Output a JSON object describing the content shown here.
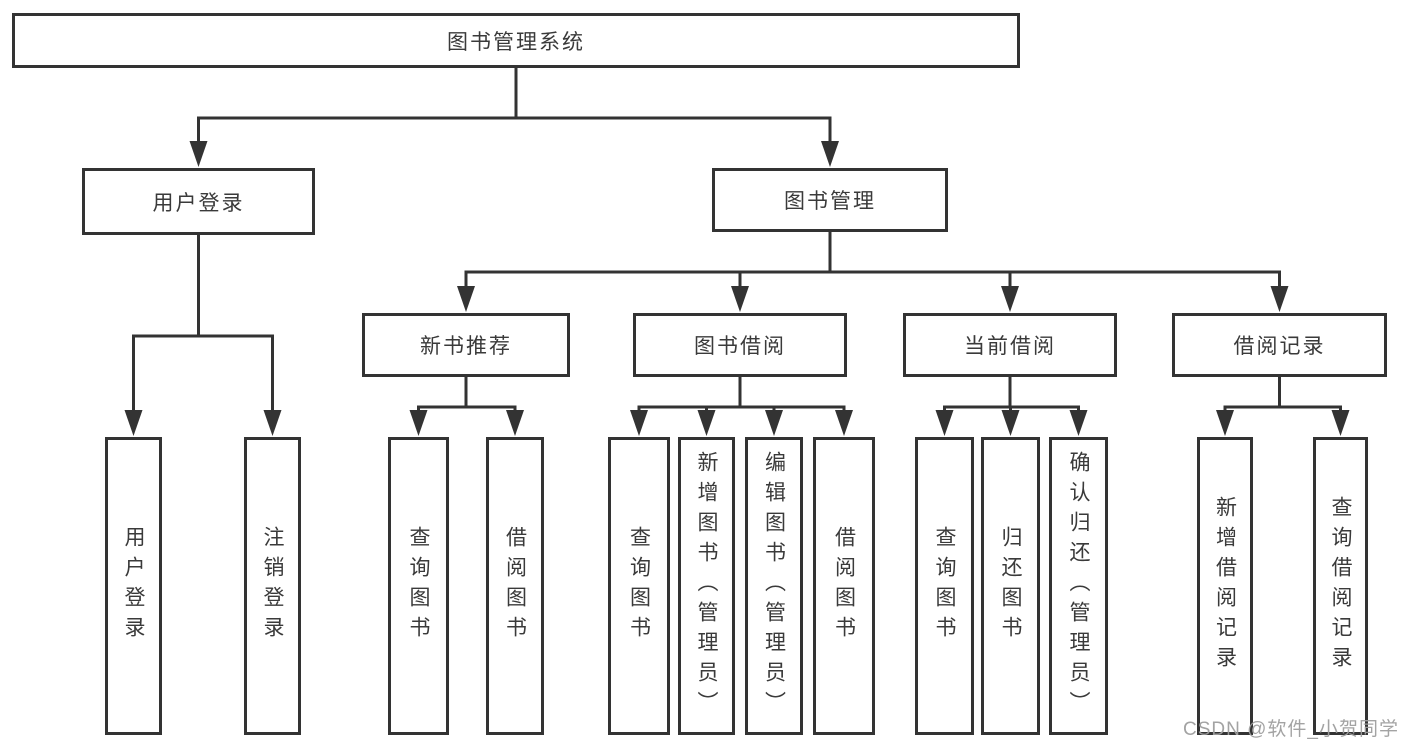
{
  "diagram": {
    "colors": {
      "line": "#333333",
      "text": "#3a3a3a",
      "background": "#ffffff",
      "watermark": "#9e9e9e"
    },
    "watermark": {
      "text": "CSDN @软件_小贺同学"
    },
    "tree": {
      "label": "图书管理系统",
      "children": [
        {
          "label": "用户登录",
          "children": [
            {
              "label": "用户登录"
            },
            {
              "label": "注销登录"
            }
          ]
        },
        {
          "label": "图书管理",
          "children": [
            {
              "label": "新书推荐",
              "children": [
                {
                  "label": "查询图书"
                },
                {
                  "label": "借阅图书"
                }
              ]
            },
            {
              "label": "图书借阅",
              "children": [
                {
                  "label": "查询图书"
                },
                {
                  "label": "新增图书（管理员）"
                },
                {
                  "label": "编辑图书（管理员）"
                },
                {
                  "label": "借阅图书"
                }
              ]
            },
            {
              "label": "当前借阅",
              "children": [
                {
                  "label": "查询图书"
                },
                {
                  "label": "归还图书"
                },
                {
                  "label": "确认归还（管理员）"
                }
              ]
            },
            {
              "label": "借阅记录",
              "children": [
                {
                  "label": "新增借阅记录"
                },
                {
                  "label": "查询借阅记录"
                }
              ]
            }
          ]
        }
      ]
    }
  }
}
